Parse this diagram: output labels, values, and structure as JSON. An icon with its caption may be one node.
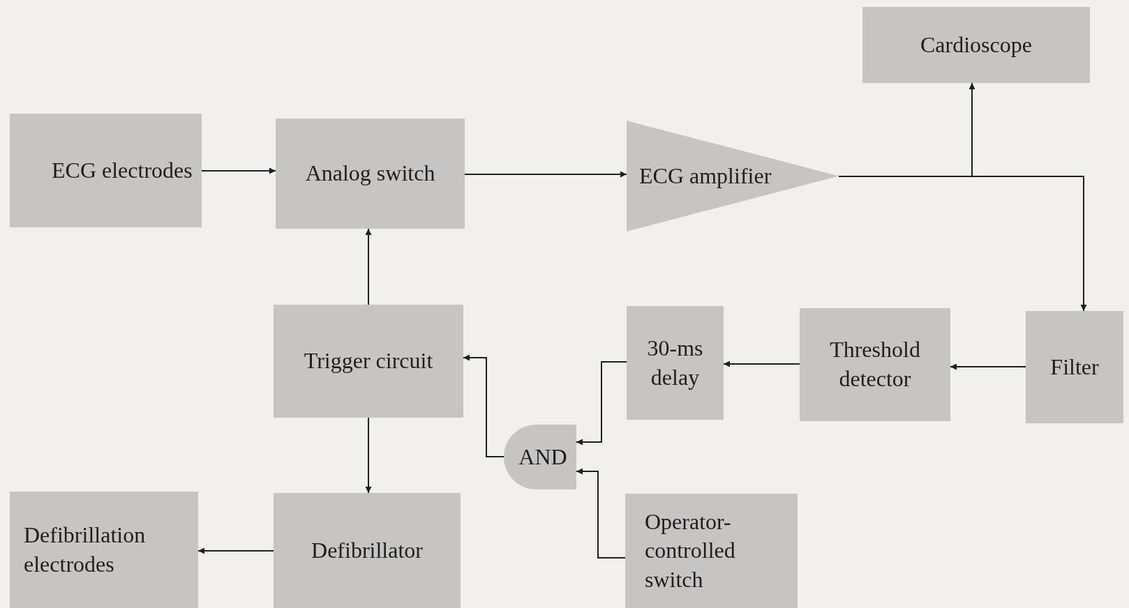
{
  "diagram": {
    "nodes": [
      {
        "text": [
          "Cardioscope"
        ]
      },
      {
        "text": [
          "ECG electrodes"
        ]
      },
      {
        "text": [
          "Analog switch"
        ]
      },
      {
        "text": [
          "ECG amplifier"
        ]
      },
      {
        "text": [
          "Trigger circuit"
        ]
      },
      {
        "text": [
          "30-ms delay"
        ]
      },
      {
        "text": [
          "Threshold detector"
        ]
      },
      {
        "text": [
          "Filter"
        ]
      },
      {
        "text": [
          "AND"
        ]
      },
      {
        "text": [
          "Defibrillation electrodes"
        ]
      },
      {
        "text": [
          "Defibrillator"
        ]
      },
      {
        "text": [
          "Operator-controlled switch"
        ]
      }
    ],
    "edges": [
      {
        "from": 1,
        "to": 2,
        "arrow": "to"
      },
      {
        "from": 2,
        "to": 3,
        "arrow": "to"
      },
      {
        "from": 3,
        "to": 0,
        "arrow": "to"
      },
      {
        "from": 3,
        "to": 7,
        "arrow": "to"
      },
      {
        "from": 7,
        "to": 6,
        "arrow": "to"
      },
      {
        "from": 6,
        "to": 5,
        "arrow": "to"
      },
      {
        "from": 5,
        "to": 8,
        "arrow": "to"
      },
      {
        "from": 11,
        "to": 8,
        "arrow": "to"
      },
      {
        "from": 8,
        "to": 4,
        "arrow": "to"
      },
      {
        "from": 4,
        "to": 2,
        "arrow": "to"
      },
      {
        "from": 4,
        "to": 10,
        "arrow": "to"
      },
      {
        "from": 10,
        "to": 9,
        "arrow": "to"
      }
    ]
  }
}
